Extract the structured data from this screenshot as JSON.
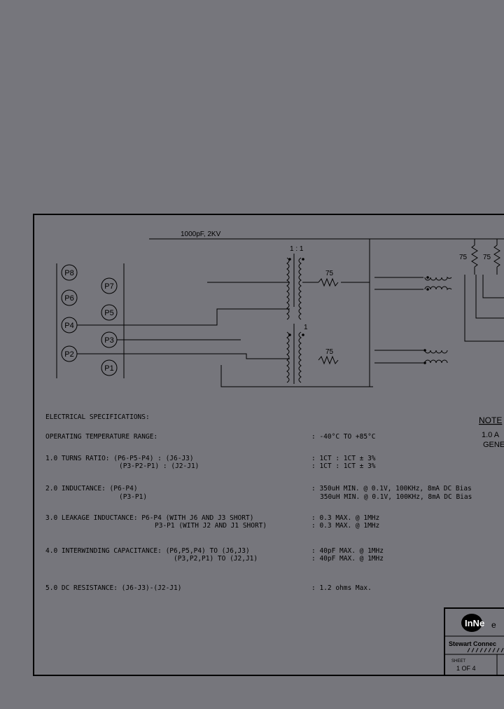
{
  "schematic": {
    "cap_label": "1000pF, 2KV",
    "ratio_top": "1 : 1",
    "ratio_bottom": "1",
    "res_left": "75",
    "res_right": "75",
    "res_top_winding": "75",
    "res_bottom_winding": "75",
    "pins_left": [
      "P8",
      "P6",
      "P4",
      "P2"
    ],
    "pins_right": [
      "P7",
      "P5",
      "P3",
      "P1"
    ]
  },
  "notes": {
    "title": "NOTE",
    "line1": "1.0  A",
    "line2": "GENE"
  },
  "specs": {
    "heading": "ELECTRICAL SPECIFICATIONS:",
    "rows": [
      {
        "label": "OPERATING TEMPERATURE RANGE:",
        "label2": "",
        "value": ": -40°C TO +85°C",
        "value2": ""
      },
      {
        "label": "1.0  TURNS RATIO: (P6-P5-P4) : (J6-J3)",
        "label2": "(P3-P2-P1) : (J2-J1)",
        "value": ": 1CT : 1CT ± 3%",
        "value2": ": 1CT : 1CT ± 3%"
      },
      {
        "label": "2.0  INDUCTANCE:  (P6-P4)",
        "label2": "(P3-P1)",
        "value": ": 350uH MIN. @ 0.1V, 100KHz, 8mA DC Bias",
        "value2": "350uH MIN. @ 0.1V, 100KHz, 8mA DC Bias"
      },
      {
        "label": "3.0  LEAKAGE INDUCTANCE:  P6-P4 (WITH J6 AND J3 SHORT)",
        "label2": "P3-P1 (WITH J2 AND J1 SHORT)",
        "value": ": 0.3 MAX. @ 1MHz",
        "value2": ": 0.3 MAX. @ 1MHz"
      },
      {
        "label": "4.0  INTERWINDING CAPACITANCE: (P6,P5,P4) TO (J6,J3)",
        "label2": "(P3,P2,P1) TO (J2,J1)",
        "value": ": 40pF MAX. @ 1MHz",
        "value2": ": 40pF MAX. @ 1MHz"
      },
      {
        "label": "5.0  DC RESISTANCE: (J6-J3)-(J2-J1)",
        "label2": "",
        "value": ": 1.2 ohms Max.",
        "value2": ""
      }
    ]
  },
  "title_block": {
    "logo": "InNe",
    "logo_tail": "e",
    "company": "Stewart Connec",
    "sheet_label": "SHEET",
    "sheet_value": "1 OF 4"
  }
}
